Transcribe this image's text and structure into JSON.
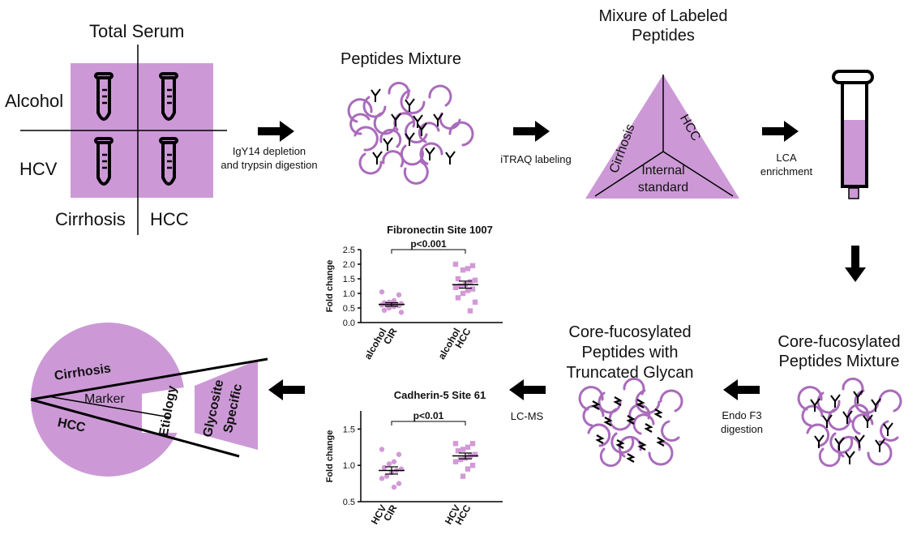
{
  "colors": {
    "accent": "#cc99d6",
    "stroke": "#a96bbb",
    "ink": "#000000",
    "dots": "#d29ad6"
  },
  "serum_panel": {
    "title": "Total Serum",
    "row_labels": [
      "Alcohol",
      "HCV"
    ],
    "col_labels": [
      "Cirrhosis",
      "HCC"
    ]
  },
  "steps": {
    "digestion": [
      "IgY14 depletion",
      "and trypsin digestion"
    ],
    "itraq": "iTRAQ labeling",
    "lca": [
      "LCA",
      "enrichment"
    ],
    "endo": [
      "Endo F3",
      "digestion"
    ],
    "lcms": "LC-MS"
  },
  "peptides_mixture": {
    "title": "Peptides Mixture"
  },
  "labeled": {
    "title": [
      "Mixure of Labeled",
      "Peptides"
    ],
    "sections": [
      "Cirrhosis",
      "HCC",
      "Internal",
      "standard"
    ]
  },
  "core_mixture": {
    "title": [
      "Core-fucosylated",
      "Peptides Mixture"
    ]
  },
  "truncated": {
    "title": [
      "Core-fucosylated",
      "Peptides with",
      "Truncated Glycan"
    ]
  },
  "marker": {
    "labels": [
      "Cirrhosis",
      "Marker",
      "HCC",
      "Etiology",
      "Glycosite",
      "Specific"
    ]
  },
  "chart_data": [
    {
      "type": "scatter",
      "title": "Fibronectin Site 1007",
      "ylabel": "Fold change",
      "ylim": [
        0,
        2.5
      ],
      "yticks": [
        "0.0",
        "0.5",
        "1.0",
        "1.5",
        "2.0",
        "2.5"
      ],
      "categories": [
        [
          "alcohol",
          "CIR"
        ],
        [
          "alcohol",
          "HCC"
        ]
      ],
      "significance": "p<0.001",
      "series": [
        {
          "marker": "circle",
          "values": [
            1.05,
            0.95,
            0.75,
            0.7,
            0.68,
            0.65,
            0.63,
            0.62,
            0.6,
            0.6,
            0.58,
            0.55,
            0.5,
            0.42,
            0.35
          ],
          "mean": 0.62,
          "sem": 0.06
        },
        {
          "marker": "square",
          "values": [
            2.0,
            1.95,
            1.85,
            1.8,
            1.5,
            1.45,
            1.4,
            1.3,
            1.25,
            1.2,
            1.15,
            1.1,
            1.0,
            0.85,
            0.7,
            0.4
          ],
          "mean": 1.3,
          "sem": 0.12
        }
      ]
    },
    {
      "type": "scatter",
      "title": "Cadherin-5 Site 61",
      "ylabel": "Fold change",
      "ylim": [
        0.5,
        1.75
      ],
      "yticks": [
        "0.5",
        "1.0",
        "1.5"
      ],
      "categories": [
        [
          "HCV",
          "CIR"
        ],
        [
          "HCV",
          "HCC"
        ]
      ],
      "significance": "p<0.01",
      "series": [
        {
          "marker": "circle",
          "values": [
            1.22,
            1.15,
            1.05,
            1.02,
            0.97,
            0.95,
            0.93,
            0.9,
            0.85,
            0.82,
            0.75,
            0.7
          ],
          "mean": 0.93,
          "sem": 0.05
        },
        {
          "marker": "square",
          "values": [
            1.3,
            1.3,
            1.25,
            1.22,
            1.2,
            1.15,
            1.13,
            1.1,
            1.08,
            1.05,
            1.0,
            0.95,
            0.85
          ],
          "mean": 1.13,
          "sem": 0.04
        }
      ]
    }
  ]
}
